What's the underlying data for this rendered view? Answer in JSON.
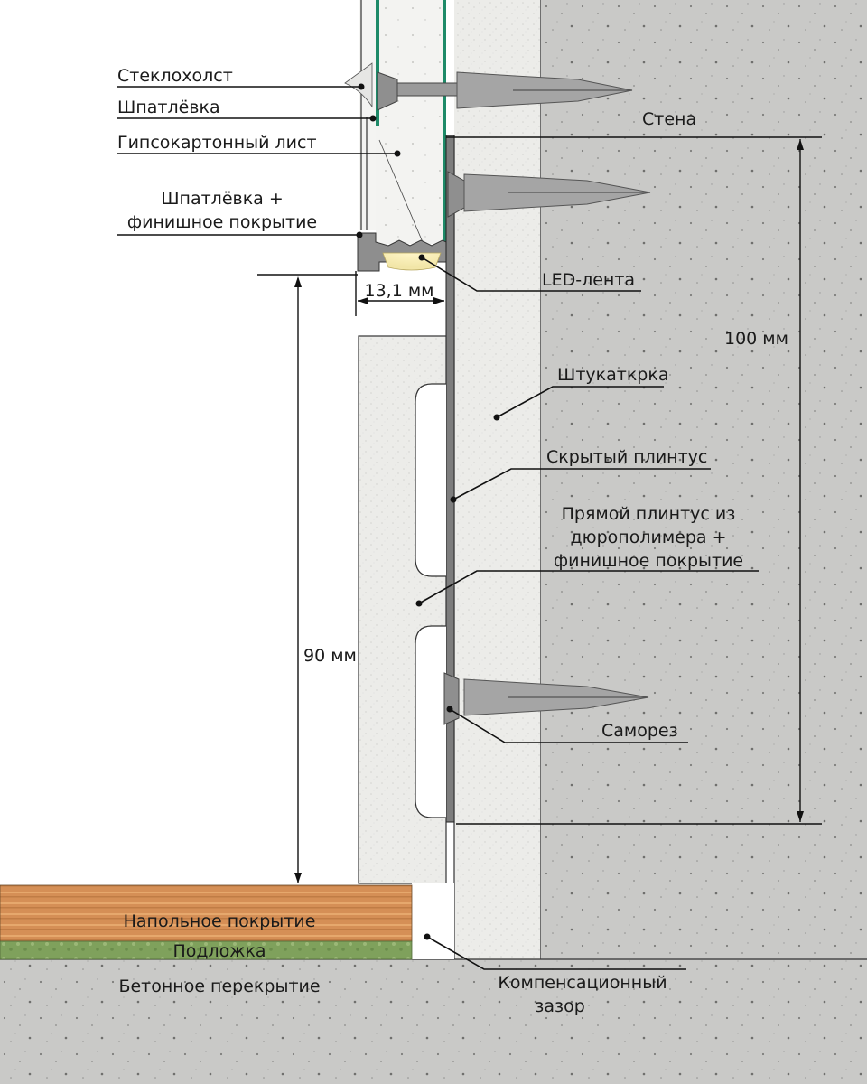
{
  "title": "Узел скрытого плинтуса с LED-подсветкой",
  "colors": {
    "concrete": "#c8c8c6",
    "plaster": "#ececea",
    "drywall": "#f2f2f0",
    "glass_fiber_edge": "#1e8a68",
    "baseboard": "#eeeeec",
    "profile": "#8e8e8e",
    "led": "#f6eab0",
    "wood": "#d48f55",
    "underlay": "#7ea25a",
    "line": "#111111"
  },
  "labels": {
    "glass_fiber": "Стеклохолст",
    "putty": "Шпатлёвка",
    "drywall": "Гипсокартонный лист",
    "putty_finish_line1": "Шпатлёвка +",
    "putty_finish_line2": "финишное покрытие",
    "wall": "Стена",
    "led_strip": "LED-лента",
    "plaster": "Штукаткрка",
    "hidden_baseboard": "Скрытый плинтус",
    "straight_baseboard_line1": "Прямой плинтус из",
    "straight_baseboard_line2": "дюрополимера +",
    "straight_baseboard_line3": "финишное покрытие",
    "screw": "Саморез",
    "floor_covering": "Напольное покрытие",
    "underlay": "Подложка",
    "concrete_slab": "Бетонное перекрытие",
    "compensation_gap_line1": "Компенсационный",
    "compensation_gap_line2": "зазор"
  },
  "dimensions": {
    "gap_width": "13,1 мм",
    "baseboard_height": "90 мм",
    "hidden_profile_height": "100 мм"
  }
}
